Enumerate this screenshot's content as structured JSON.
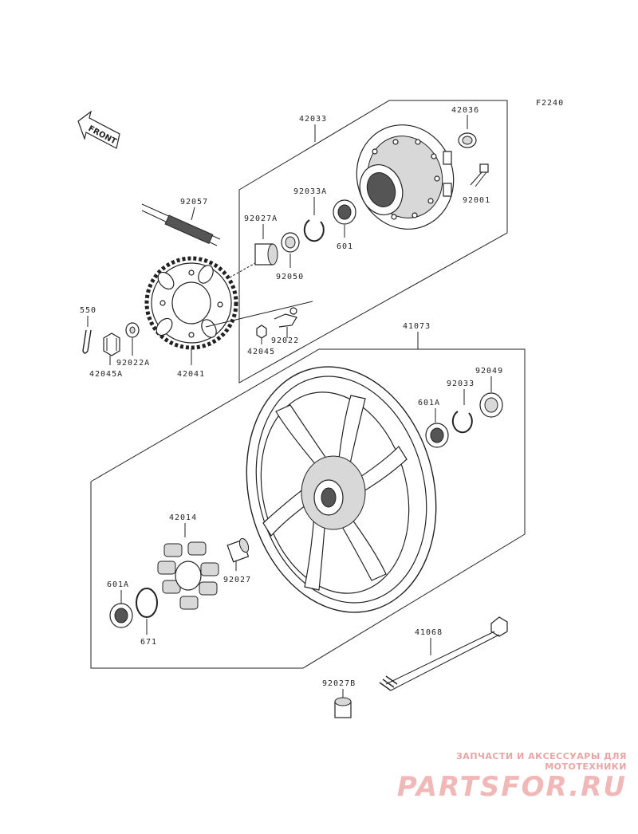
{
  "figure_code": "F2240",
  "front_label": "FRONT",
  "parts": {
    "p42033": "42033",
    "p42036": "42036",
    "p92001": "92001",
    "p92033A": "92033A",
    "p92057": "92057",
    "p92027A": "92027A",
    "p601": "601",
    "p92050": "92050",
    "p550": "550",
    "p92022A": "92022A",
    "p42045A": "42045A",
    "p42041": "42041",
    "p42045": "42045",
    "p92022": "92022",
    "p41073": "41073",
    "p92049": "92049",
    "p92033": "92033",
    "p601A_top": "601A",
    "p42014": "42014",
    "p92027": "92027",
    "p601A_bottom": "601A",
    "p671": "671",
    "p41068": "41068",
    "p92027B": "92027B"
  },
  "watermark": {
    "tagline": "ЗАПЧАСТИ И АКСЕССУАРЫ ДЛЯ МОТОТЕХНИКИ",
    "brand": "PARTSFOR.RU"
  }
}
